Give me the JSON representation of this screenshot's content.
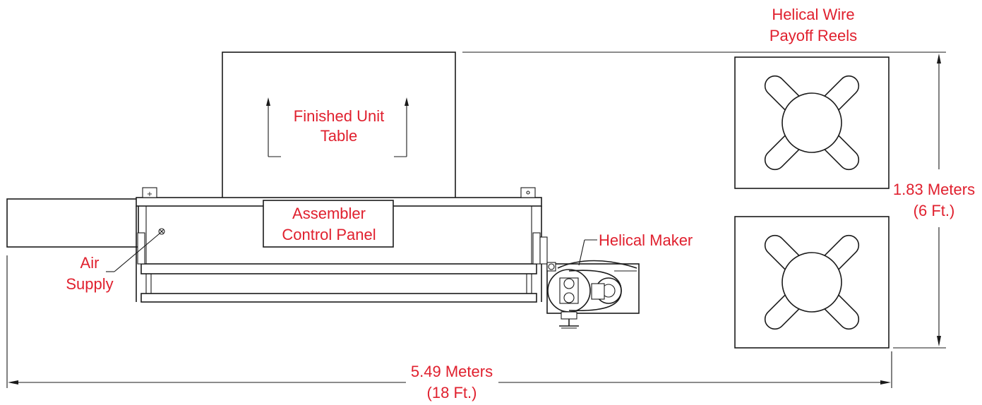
{
  "labels": {
    "reels_line1": "Helical Wire",
    "reels_line2": "Payoff Reels",
    "table_line1": "Finished Unit",
    "table_line2": "Table",
    "panel_line1": "Assembler",
    "panel_line2": "Control Panel",
    "helical_maker": "Helical Maker",
    "air_line1": "Air",
    "air_line2": "Supply",
    "height_line1": "1.83 Meters",
    "height_line2": "(6 Ft.)",
    "width_line1": "5.49 Meters",
    "width_line2": "(18 Ft.)"
  },
  "colors": {
    "label": "#e0202e",
    "line": "#1a1a1a"
  }
}
